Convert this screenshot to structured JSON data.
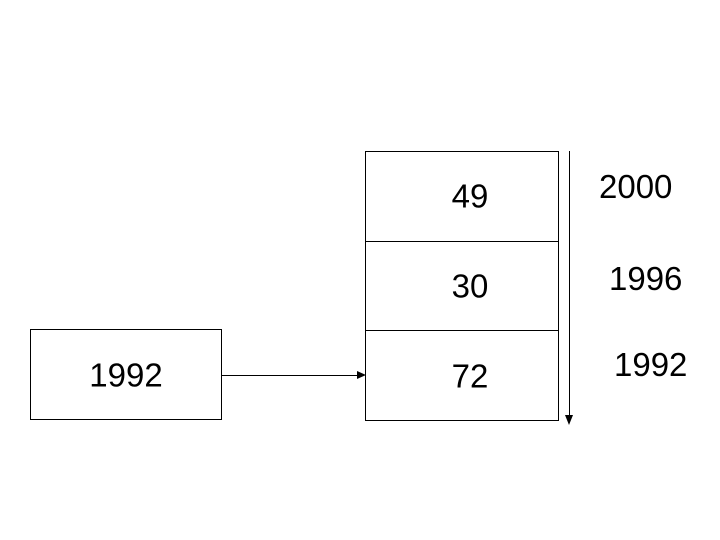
{
  "diagram": {
    "title": "",
    "background_color": "#ffffff",
    "stroke_color": "#000000",
    "source_node": {
      "label": "1992",
      "shape": "rectangle"
    },
    "connector": {
      "type": "arrow",
      "direction": "right",
      "label": ""
    },
    "stack": {
      "orientation": "vertical",
      "cells": [
        {
          "value": "49"
        },
        {
          "value": "30"
        },
        {
          "value": "72"
        }
      ]
    },
    "timeline": {
      "axis": {
        "type": "arrow",
        "direction": "down"
      },
      "labels": [
        {
          "text": "2000"
        },
        {
          "text": "1996"
        },
        {
          "text": "1992"
        }
      ]
    }
  },
  "chart_data": {
    "type": "bar",
    "title": "",
    "xlabel": "",
    "ylabel": "",
    "categories": [
      "2000",
      "1996",
      "1992"
    ],
    "values": [
      49,
      30,
      72
    ],
    "orientation": "stacked-vertical",
    "legend": "none",
    "grid": false,
    "notes": "Source node labelled 1992 feeds a vertical stack of three cells; timeline axis arrow points downward from 2000 to 1992."
  }
}
